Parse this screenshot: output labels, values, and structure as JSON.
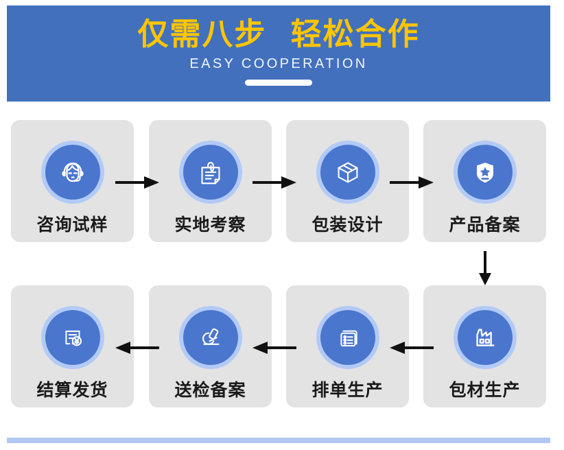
{
  "header": {
    "title": "仅需八步  轻松合作",
    "subtitle": "EASY COOPERATION",
    "title_color": "#ffc500",
    "banner_color": "#4270bd",
    "subtitle_color": "#f2f5fb",
    "divider": "white-rounded-bar"
  },
  "steps": [
    {
      "index": 1,
      "label": "咨询试样",
      "icon": "headset-support-icon",
      "row": 1,
      "col": 1
    },
    {
      "index": 2,
      "label": "实地考察",
      "icon": "clipboard-document-icon",
      "row": 1,
      "col": 2
    },
    {
      "index": 3,
      "label": "包装设计",
      "icon": "package-box-icon",
      "row": 1,
      "col": 3
    },
    {
      "index": 4,
      "label": "产品备案",
      "icon": "shield-star-badge-icon",
      "row": 1,
      "col": 4
    },
    {
      "index": 5,
      "label": "包材生产",
      "icon": "factory-icon",
      "row": 2,
      "col": 4
    },
    {
      "index": 6,
      "label": "排单生产",
      "icon": "task-list-icon",
      "row": 2,
      "col": 3
    },
    {
      "index": 7,
      "label": "送检备案",
      "icon": "microscope-icon",
      "row": 2,
      "col": 2
    },
    {
      "index": 8,
      "label": "结算发货",
      "icon": "invoice-yuan-icon",
      "row": 2,
      "col": 1
    }
  ],
  "arrows": [
    {
      "name": "arrow-step1-to-step2",
      "direction": "right"
    },
    {
      "name": "arrow-step2-to-step3",
      "direction": "right"
    },
    {
      "name": "arrow-step3-to-step4",
      "direction": "right"
    },
    {
      "name": "arrow-step4-to-step5",
      "direction": "down"
    },
    {
      "name": "arrow-step5-to-step6",
      "direction": "left"
    },
    {
      "name": "arrow-step6-to-step7",
      "direction": "left"
    },
    {
      "name": "arrow-step7-to-step8",
      "direction": "left"
    }
  ],
  "theme": {
    "card_background": "#e3e3e3",
    "icon_halo": "#b3caf7",
    "icon_circle": "#4a76cd",
    "icon_glyph": "#ffffff",
    "arrow_color": "#111111",
    "bottom_bar_color": "#b1c8f4",
    "label_color": "#1a1a1a"
  }
}
